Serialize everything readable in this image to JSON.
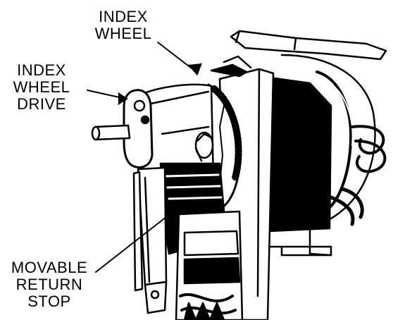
{
  "figure": {
    "labels": {
      "index_wheel": [
        "INDEX",
        "WHEEL"
      ],
      "index_wheel_drive": [
        "INDEX",
        "WHEEL",
        "DRIVE"
      ],
      "movable_return_stop": [
        "MOVABLE",
        "RETURN",
        "STOP"
      ]
    },
    "colors": {
      "ink": "#000000",
      "paper": "#ffffff"
    }
  }
}
